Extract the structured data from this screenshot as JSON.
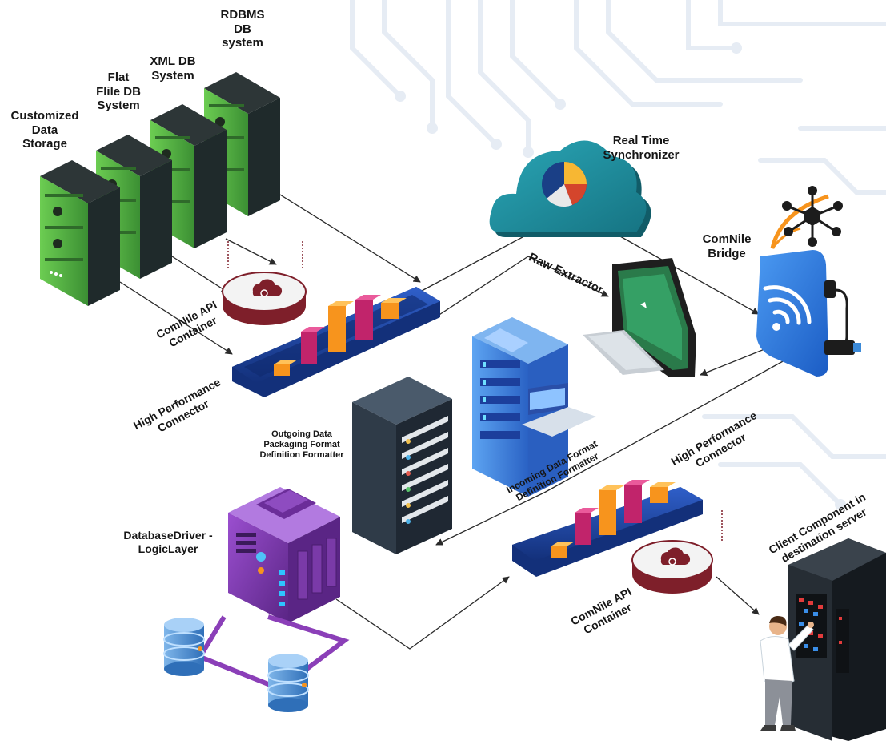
{
  "labels": {
    "customized_storage": [
      "Customized",
      "Data",
      "Storage"
    ],
    "flat_file_db": [
      "Flat",
      "Flile DB",
      "System"
    ],
    "xml_db": [
      "XML DB",
      "System"
    ],
    "rdbms_db": [
      "RDBMS",
      "DB",
      "system"
    ],
    "real_time_sync": [
      "Real Time",
      "Synchronizer"
    ],
    "comnile_bridge": [
      "ComNile",
      "Bridge"
    ],
    "raw_extractor": [
      "Raw Extractor"
    ],
    "api_container_top": [
      "ComNile API",
      "Container"
    ],
    "hp_connector_left": [
      "High Performance",
      "Connector"
    ],
    "outgoing_formatter": [
      "Outgoing Data",
      "Packaging Format",
      "Definition Formatter"
    ],
    "incoming_formatter": [
      "Incoming Data Format",
      "Definition Formatter"
    ],
    "hp_connector_right": [
      "High Performance",
      "Connector"
    ],
    "database_driver": [
      "DatabaseDriver -",
      "LogicLayer"
    ],
    "api_container_bottom": [
      "ComNile API",
      "Container"
    ],
    "client_component": [
      "Client Component in",
      "destination server"
    ]
  },
  "colors": {
    "server_green": "#57b947",
    "server_dark": "#1f2a2b",
    "connector_blue": "#1c3f9c",
    "cloud_teal": "#1e8fa0",
    "bridge_blue": "#2f7de0",
    "driver_purple": "#7a3aa8",
    "api_red": "#7e1f2a",
    "bar_orange": "#f7941d",
    "bar_magenta": "#c1246b",
    "line": "#2a2a2a",
    "background_circuit": "#e9eef5"
  },
  "icons": [
    "server-rack-icon",
    "cloud-chart-icon",
    "laptop-icon",
    "network-nodes-icon",
    "wifi-router-icon",
    "database-cylinder-icon",
    "person-icon"
  ]
}
